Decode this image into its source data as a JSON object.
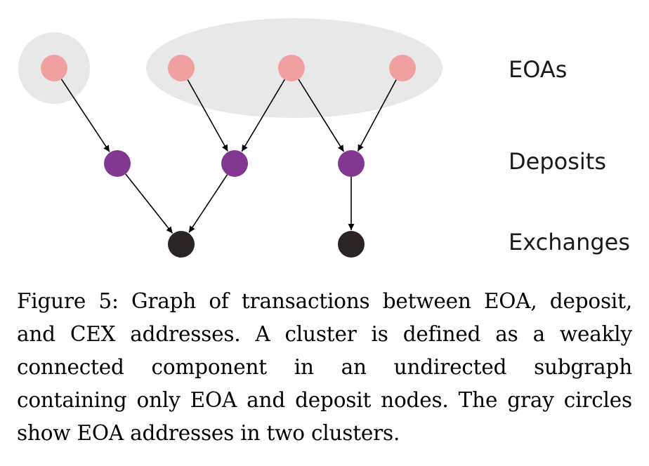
{
  "labels": {
    "eoas": "EOAs",
    "deposits": "Deposits",
    "exchanges": "Exchanges"
  },
  "caption": "Figure 5: Graph of transactions between EOA, deposit, and CEX addresses. A cluster is defined as a weakly connected component in an undirected subgraph containing only EOA and deposit nodes. The gray circles show EOA addresses in two clusters.",
  "colors": {
    "eoa": "#f0a0a0",
    "deposit": "#823891",
    "exchange": "#2a2424",
    "cluster": "#e8e8e8",
    "edge": "#000000"
  },
  "nodes": [
    {
      "id": "eoa-1",
      "type": "eoa"
    },
    {
      "id": "eoa-2",
      "type": "eoa"
    },
    {
      "id": "eoa-3",
      "type": "eoa"
    },
    {
      "id": "eoa-4",
      "type": "eoa"
    },
    {
      "id": "deposit-1",
      "type": "deposit"
    },
    {
      "id": "deposit-2",
      "type": "deposit"
    },
    {
      "id": "deposit-3",
      "type": "deposit"
    },
    {
      "id": "exchange-1",
      "type": "exchange"
    },
    {
      "id": "exchange-2",
      "type": "exchange"
    }
  ],
  "edges": [
    {
      "from": "eoa-1",
      "to": "deposit-1"
    },
    {
      "from": "eoa-2",
      "to": "deposit-2"
    },
    {
      "from": "eoa-3",
      "to": "deposit-2"
    },
    {
      "from": "eoa-3",
      "to": "deposit-3"
    },
    {
      "from": "eoa-4",
      "to": "deposit-3"
    },
    {
      "from": "deposit-1",
      "to": "exchange-1"
    },
    {
      "from": "deposit-2",
      "to": "exchange-1"
    },
    {
      "from": "deposit-3",
      "to": "exchange-2"
    }
  ],
  "clusters": [
    {
      "id": "cluster-1",
      "members": [
        "eoa-1"
      ]
    },
    {
      "id": "cluster-2",
      "members": [
        "eoa-2",
        "eoa-3",
        "eoa-4"
      ]
    }
  ]
}
